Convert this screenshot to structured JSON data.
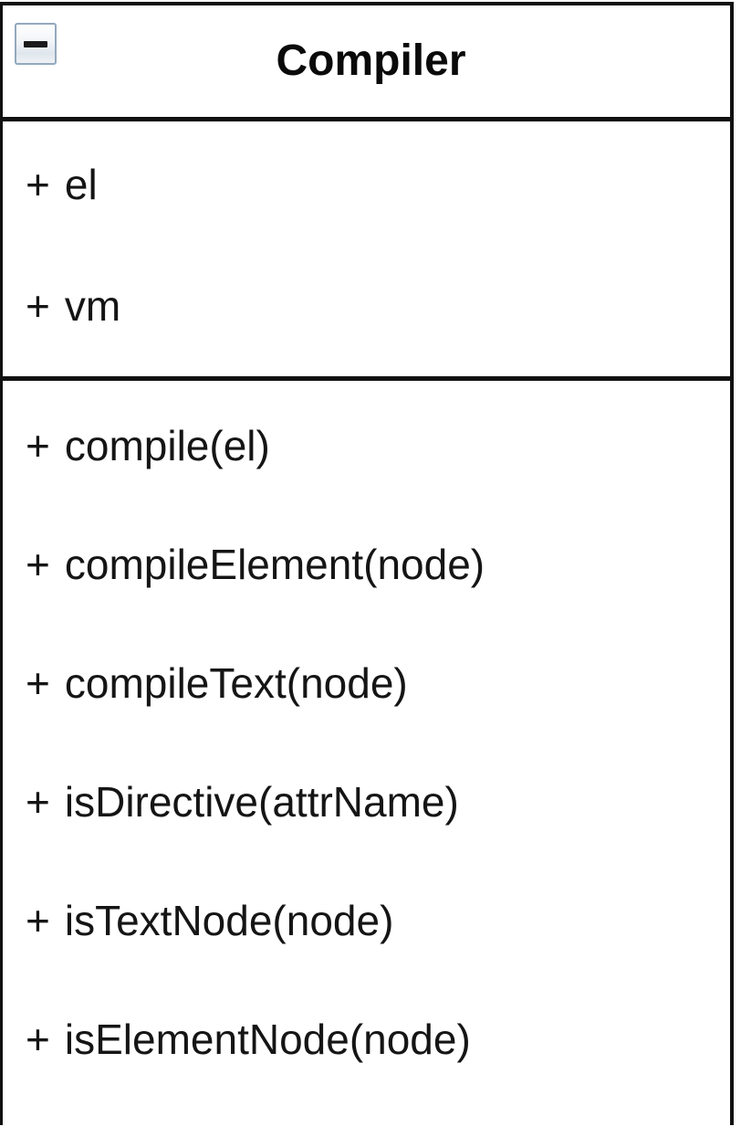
{
  "diagram": {
    "type": "uml-class-diagram",
    "class": {
      "name": "Compiler",
      "collapse_toggle": {
        "icon": "minus-square-icon",
        "state": "expanded"
      },
      "attributes": [
        {
          "visibility": "+",
          "name": "el"
        },
        {
          "visibility": "+",
          "name": "vm"
        }
      ],
      "operations": [
        {
          "visibility": "+",
          "name": "compile(el)"
        },
        {
          "visibility": "+",
          "name": "compileElement(node)"
        },
        {
          "visibility": "+",
          "name": "compileText(node)"
        },
        {
          "visibility": "+",
          "name": "isDirective(attrName)"
        },
        {
          "visibility": "+",
          "name": "isTextNode(node)"
        },
        {
          "visibility": "+",
          "name": "isElementNode(node)"
        }
      ]
    }
  },
  "colors": {
    "border": "#111111",
    "background": "#ffffff",
    "text": "#151515",
    "title_text": "#0a0a0a",
    "toggle_border": "#93a9bd",
    "toggle_glyph": "#1b1b1b"
  }
}
